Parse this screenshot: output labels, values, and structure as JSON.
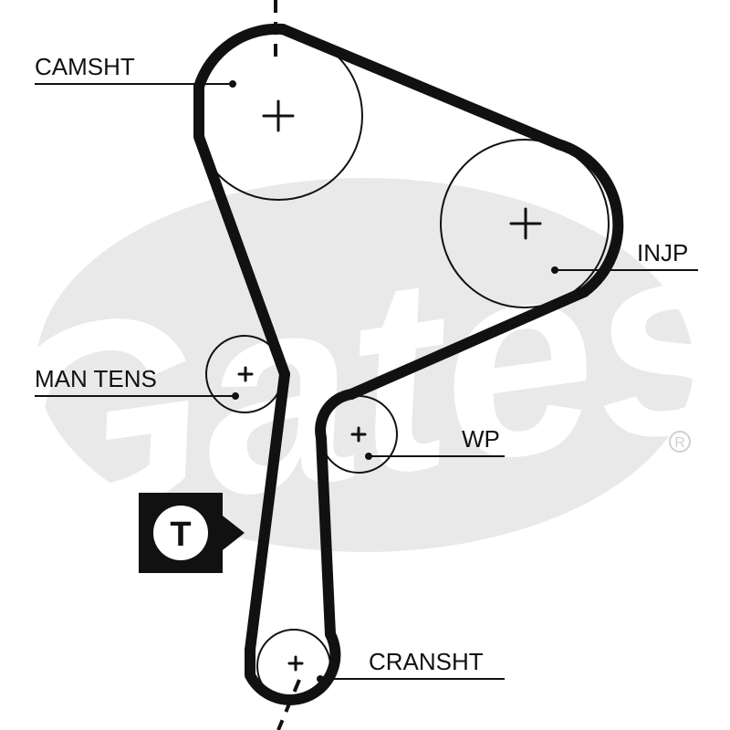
{
  "brand": {
    "watermark_text": "Gates",
    "watermark_color": "#e9e9e9",
    "trademark": "®"
  },
  "labels": {
    "camshaft": "CAMSHT",
    "injection_pump": "INJP",
    "manual_tensioner": "MAN TENS",
    "water_pump": "WP",
    "crankshaft": "CRANSHT"
  },
  "tension_badge": {
    "letter": "T"
  },
  "colors": {
    "belt": "#111111",
    "line": "#111111",
    "badge_bg": "#111111",
    "badge_fg": "#111111"
  }
}
